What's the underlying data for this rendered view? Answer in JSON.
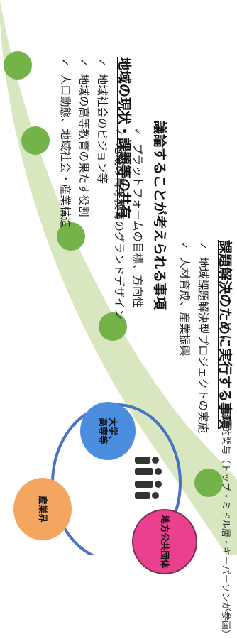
{
  "sections": [
    {
      "heading": "地域の現状・課題等の共有",
      "items": [
        "地域社会のビジョン等",
        "地域の高等教育の果たす役割",
        "人口動態、地域社会・産業構造"
      ]
    },
    {
      "heading": "議論することが考えられる事項",
      "items": [
        "プラットフォームの目標、方向性",
        "地域の高等教育のグランドデザイン"
      ]
    },
    {
      "heading": "課題解決のために実行する事項",
      "items": [
        "地域課題解決型プロジェクトの実施",
        "人材育成、産業振興"
      ]
    }
  ],
  "check_mark": "✓",
  "organization": {
    "nodes": {
      "industry": "産業界",
      "university": [
        "大学、",
        "高専等"
      ],
      "local_government": "地方公共団体"
    },
    "caption": "組織的関与（トップ・ミドル層・キーパーソンが参画）",
    "people_icon": "group-of-people-icon"
  },
  "colors": {
    "arrow_green": "#d2e3b5",
    "step_circle_green": "#74b34a",
    "cycle_ring_blue": "#4a72c4",
    "industry_orange": "#f4a55f",
    "university_blue": "#4b8ee0",
    "local_gov_pink": "#e9418f"
  }
}
